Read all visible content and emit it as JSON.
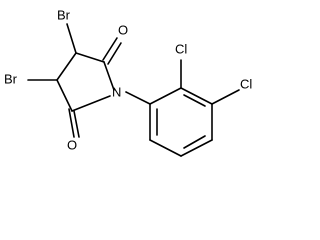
{
  "molecule": {
    "atoms": {
      "br_top": "Br",
      "br_left": "Br",
      "o_top": "O",
      "o_bottom": "O",
      "n": "N",
      "cl_top": "Cl",
      "cl_right": "Cl"
    }
  }
}
